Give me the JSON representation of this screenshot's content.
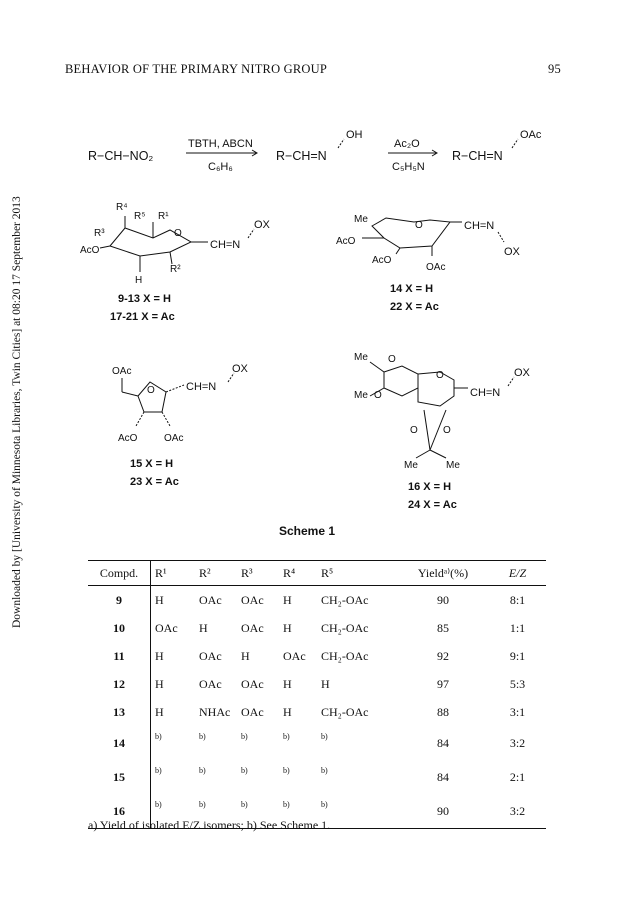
{
  "header": {
    "title": "BEHAVIOR OF THE PRIMARY NITRO GROUP",
    "page_number": "95"
  },
  "sidebar": {
    "download_note": "Downloaded by [University of Minnesota Libraries, Twin Cities] at 08:20 17 September 2013"
  },
  "scheme": {
    "title": "Scheme 1",
    "reaction": {
      "start": "R−CH−NO₂",
      "step1_reagent": "TBTH, ABCN",
      "step1_solvent": "C₆H₆",
      "intermediate": "R−CH=N",
      "intermediate_sub": "OH",
      "step2_reagent": "Ac₂O",
      "step2_solvent": "C₅H₅N",
      "product": "R−CH=N",
      "product_sub": "OAc"
    },
    "pyranose": {
      "labels": [
        "R⁴",
        "R⁵",
        "R¹",
        "R³",
        "O",
        "AcO",
        "H",
        "R²",
        "CH=N",
        "OX"
      ],
      "caption_1": "9-13  X = H",
      "caption_2": "17-21  X = Ac"
    },
    "compound14": {
      "labels": [
        "Me",
        "O",
        "CH=N",
        "OX",
        "AcO",
        "AcO",
        "OAc"
      ],
      "caption_1": "14  X = H",
      "caption_2": "22  X = Ac"
    },
    "furanose": {
      "labels": [
        "OAc",
        "O",
        "CH=N",
        "OX",
        "AcO",
        "OAc"
      ],
      "caption_1": "15  X = H",
      "caption_2": "23  X = Ac"
    },
    "compound16": {
      "labels": [
        "Me",
        "O",
        "Me",
        "O",
        "O",
        "OX",
        "CH=N",
        "O",
        "O",
        "Me",
        "Me"
      ],
      "caption_1": "16  X = H",
      "caption_2": "24  X = Ac"
    }
  },
  "table": {
    "headers": [
      "Compd.",
      "R¹",
      "R²",
      "R³",
      "R⁴",
      "R⁵",
      "Yieldᵃ⁾(%)",
      "E/Z"
    ],
    "rows": [
      [
        "9",
        "H",
        "OAc",
        "OAc",
        "H",
        "CH₂-OAc",
        "90",
        "8:1"
      ],
      [
        "10",
        "OAc",
        "H",
        "OAc",
        "H",
        "CH₂-OAc",
        "85",
        "1:1"
      ],
      [
        "11",
        "H",
        "OAc",
        "H",
        "OAc",
        "CH₂-OAc",
        "92",
        "9:1"
      ],
      [
        "12",
        "H",
        "OAc",
        "OAc",
        "H",
        "H",
        "97",
        "5:3"
      ],
      [
        "13",
        "H",
        "NHAc",
        "OAc",
        "H",
        "CH₂-OAc",
        "88",
        "3:1"
      ],
      [
        "14",
        "b)",
        "b)",
        "b)",
        "b)",
        "b)",
        "84",
        "3:2"
      ],
      [
        "15",
        "b)",
        "b)",
        "b)",
        "b)",
        "b)",
        "84",
        "2:1"
      ],
      [
        "16",
        "b)",
        "b)",
        "b)",
        "b)",
        "b)",
        "90",
        "3:2"
      ]
    ]
  },
  "footnote": "a) Yield of isolated E/Z isomers; b) See Scheme 1."
}
